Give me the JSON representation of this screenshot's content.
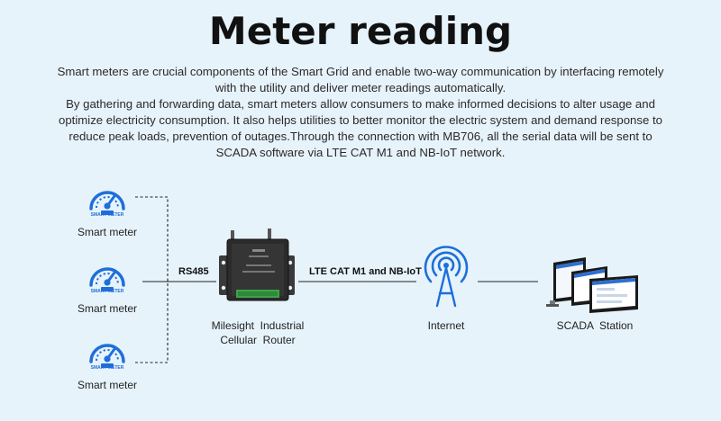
{
  "title": "Meter reading",
  "description": [
    "Smart meters are crucial components of the Smart Grid and enable two-way communication by interfacing remotely",
    "with the utility and deliver meter readings automatically.",
    "By gathering and forwarding data, smart meters allow consumers to make informed decisions to alter usage and",
    "optimize electricity consumption. It also helps utilities to better monitor the electric system and demand response to",
    "reduce peak loads, prevention of outages.Through the connection with MB706, all the serial data will be sent to",
    "SCADA software via LTE CAT M1 and NB-IoT network."
  ],
  "meters": [
    {
      "badge": "SMART METER",
      "label": "Smart meter"
    },
    {
      "badge": "SMART METER",
      "label": "Smart meter"
    },
    {
      "badge": "SMART METER",
      "label": "Smart meter"
    }
  ],
  "router": {
    "label_line1": "Milesight  Industrial",
    "label_line2": "Cellular  Router"
  },
  "internet": {
    "label": "Internet"
  },
  "scada": {
    "label": "SCADA  Station"
  },
  "edges": {
    "rs485": "RS485",
    "lte": "LTE CAT M1 and NB-IoT"
  },
  "colors": {
    "background": "#e7f3fb",
    "accent": "#1e6fd9",
    "device": "#2b2b2b"
  }
}
